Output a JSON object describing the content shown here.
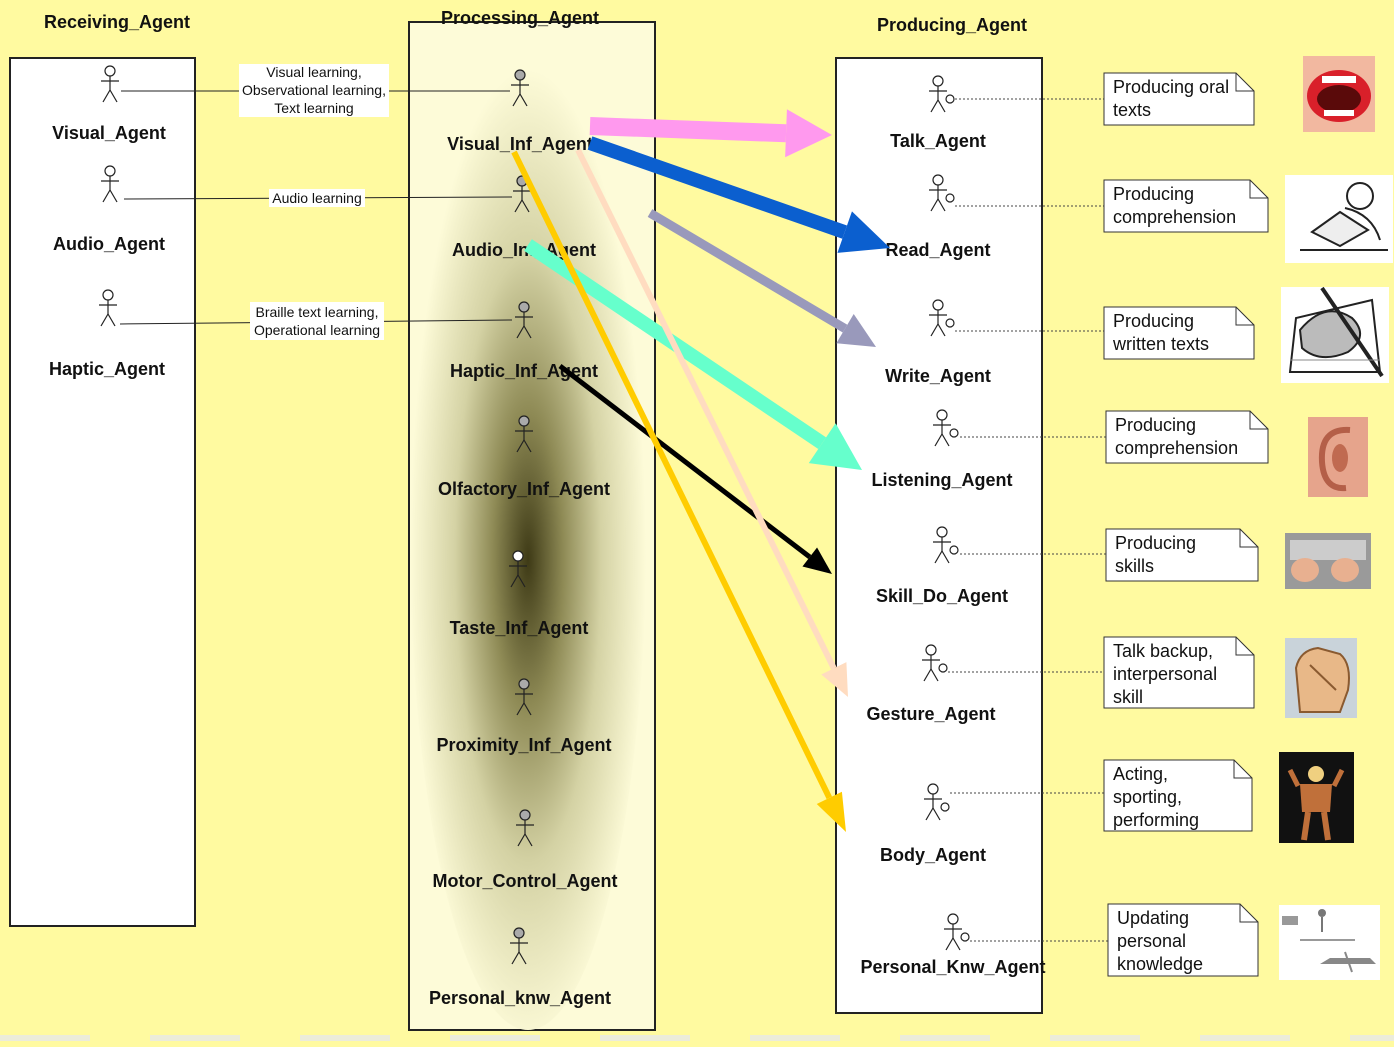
{
  "headers": {
    "receiving": "Receiving_Agent",
    "processing": "Processing_Agent",
    "producing": "Producing_Agent"
  },
  "receiving_agents": [
    "Visual_Agent",
    "Audio_Agent",
    "Haptic_Agent"
  ],
  "link_labels": {
    "visual": [
      "Visual learning,",
      "Observational learning,",
      "Text learning"
    ],
    "audio": [
      "Audio learning"
    ],
    "haptic": [
      "Braille text learning,",
      "Operational learning"
    ]
  },
  "processing_agents": [
    "Visual_Inf_Agent",
    "Audio_Inf_Agent",
    "Haptic_Inf_Agent",
    "Olfactory_Inf_Agent",
    "Taste_Inf_Agent",
    "Proximity_Inf_Agent",
    "Motor_Control_Agent",
    "Personal_knw_Agent"
  ],
  "producing_agents": [
    "Talk_Agent",
    "Read_Agent",
    "Write_Agent",
    "Listening_Agent",
    "Skill_Do_Agent",
    "Gesture_Agent",
    "Body_Agent",
    "Personal_Knw_Agent"
  ],
  "notes": [
    [
      "Producing oral",
      "texts"
    ],
    [
      "Producing",
      "comprehension"
    ],
    [
      "Producing",
      "written texts"
    ],
    [
      "Producing",
      "comprehension"
    ],
    [
      "Producing",
      "skills"
    ],
    [
      "Talk backup,",
      "interpersonal",
      "skill"
    ],
    [
      "Acting,",
      "sporting,",
      "performing"
    ],
    [
      "Updating",
      "personal",
      "knowledge"
    ]
  ],
  "pictures": [
    "mouth",
    "reading-person",
    "writing-hand",
    "ear",
    "keyboard-hands",
    "waving-hand",
    "bodybuilder",
    "instruction-diagram"
  ],
  "arrow_colors": {
    "talk": "#ff99ee",
    "read": "#0b5fcf",
    "write": "#9999bb",
    "listening": "#66ffcc",
    "skill": "#000000",
    "gesture": "#ffdcc0",
    "body": "#ffcc00"
  }
}
